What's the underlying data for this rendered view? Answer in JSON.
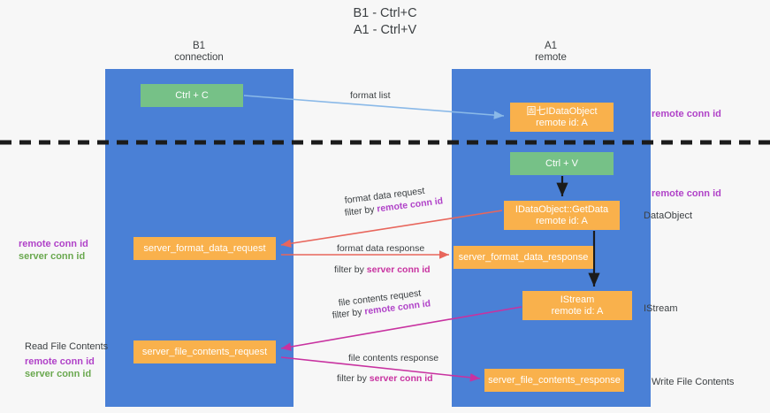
{
  "title": {
    "line1": "B1 - Ctrl+C",
    "line2": "A1 - Ctrl+V"
  },
  "lanes": {
    "b1": {
      "name": "B1",
      "role": "connection"
    },
    "a1": {
      "name": "A1",
      "role": "remote"
    }
  },
  "nodes": {
    "ctrl_c": {
      "label": "Ctrl + C",
      "color": "#76c187"
    },
    "idataobject": {
      "line1": "固七IDataObject",
      "line2": "remote id: A",
      "color": "#f9b14c"
    },
    "ctrl_v": {
      "label": "Ctrl + V",
      "color": "#76c187"
    },
    "getdata": {
      "line1": "IDataObject::GetData",
      "line2": "remote id: A",
      "color": "#f9b14c"
    },
    "server_format_data_request": {
      "label": "server_format_data_request",
      "color": "#f9b14c"
    },
    "server_format_data_response": {
      "label": "server_format_data_response",
      "color": "#f9b14c"
    },
    "istream": {
      "line1": "IStream",
      "line2": "remote id: A",
      "color": "#f9b14c"
    },
    "server_file_contents_request": {
      "label": "server_file_contents_request",
      "color": "#f9b14c"
    },
    "server_file_contents_response": {
      "label": "server_file_contents_response",
      "color": "#f9b14c"
    }
  },
  "flows": {
    "format_list": "format list",
    "format_data_request": "format data request",
    "format_data_request_filter_prefix": "filter by ",
    "format_data_request_filter_key": "remote conn id",
    "format_data_response": "format data response",
    "format_data_response_filter_prefix": "filter by ",
    "format_data_response_filter_key": "server conn id",
    "file_contents_request": "file contents request",
    "file_contents_request_filter_prefix": "filter by ",
    "file_contents_request_filter_key": "remote conn id",
    "file_contents_response": "file contents response",
    "file_contents_response_filter_prefix": "filter by ",
    "file_contents_response_filter_key": "server conn id"
  },
  "annotations": {
    "remote_conn_id_top": "remote conn id",
    "remote_conn_id_mid": "remote conn id",
    "dataobject": "DataObject",
    "istream": "IStream",
    "write_file_contents": "Write File Contents",
    "left_remote_conn_id": "remote conn id",
    "left_server_conn_id": "server conn id",
    "read_file_contents": "Read File Contents",
    "left_remote_conn_id2": "remote conn id",
    "left_server_conn_id2": "server conn id"
  },
  "colors": {
    "lane": "#4a80d6",
    "green_node": "#76c187",
    "orange_node": "#f9b14c",
    "purple": "#b042c8",
    "green_text": "#6aa84f",
    "magenta": "#c832a0",
    "arrow_blue": "#8ab9e8",
    "arrow_red": "#e8665c",
    "arrow_dark": "#1b1b1b",
    "divider": "#1b1b1b"
  }
}
